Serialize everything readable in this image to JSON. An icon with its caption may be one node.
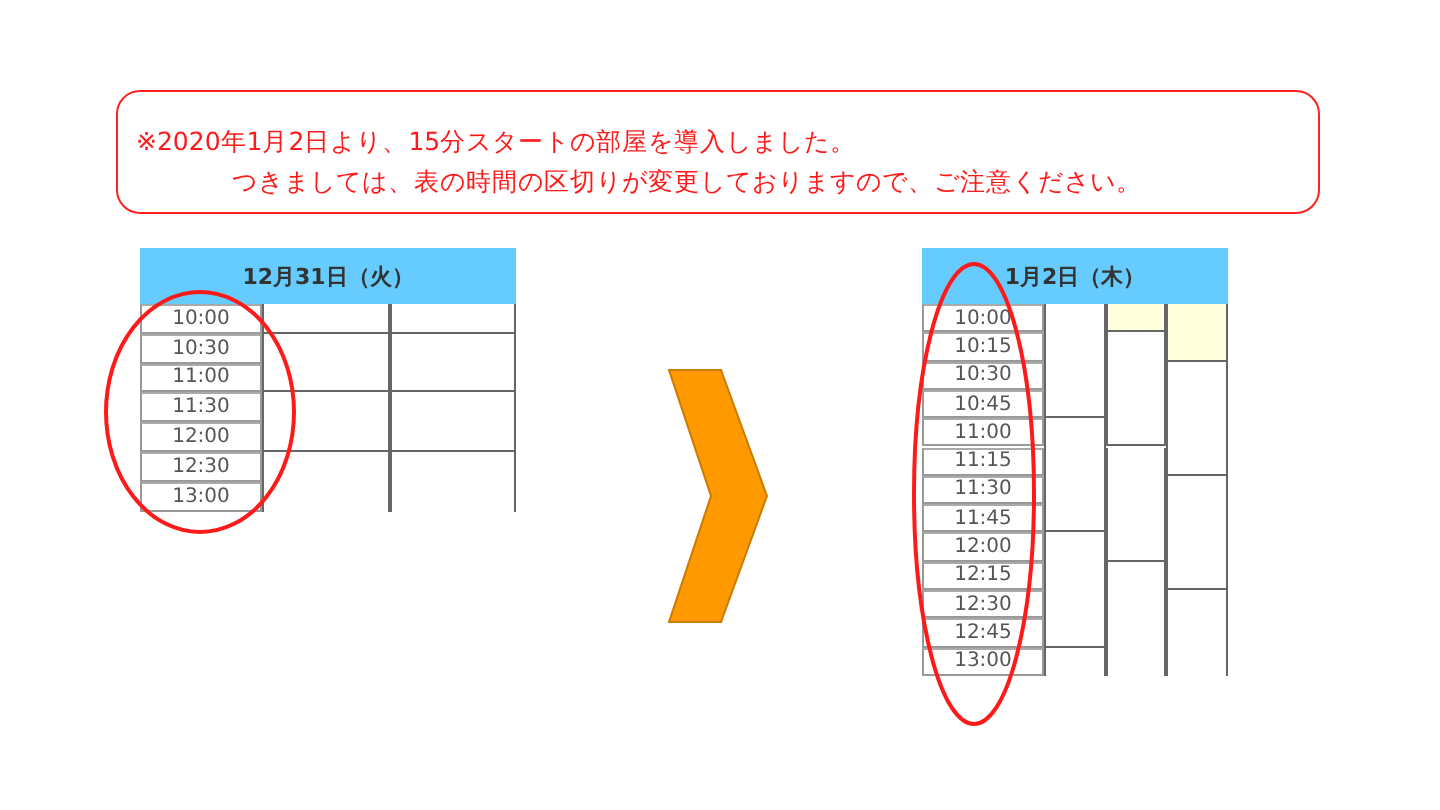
{
  "diagram": {
    "nodes": [
      {
        "text": [
          "※2020年1月2日より、15分スタートの部屋を導入しました。",
          "つきましては、表の時間の区切りが変更しておりますので、ご注意ください。"
        ]
      },
      {
        "text": [
          "12月31日（火）"
        ]
      },
      {
        "text": [
          "1月2日（木）"
        ]
      }
    ],
    "edges": [
      {
        "from": 1,
        "to": 2,
        "arrow": "to"
      }
    ],
    "labels": [
      "10:00",
      "10:30",
      "11:00",
      "11:30",
      "12:00",
      "12:30",
      "13:00",
      "10:00",
      "10:15",
      "10:30",
      "10:45",
      "11:00",
      "11:15",
      "11:30",
      "11:45",
      "12:00",
      "12:15",
      "12:30",
      "12:45",
      "13:00"
    ]
  }
}
